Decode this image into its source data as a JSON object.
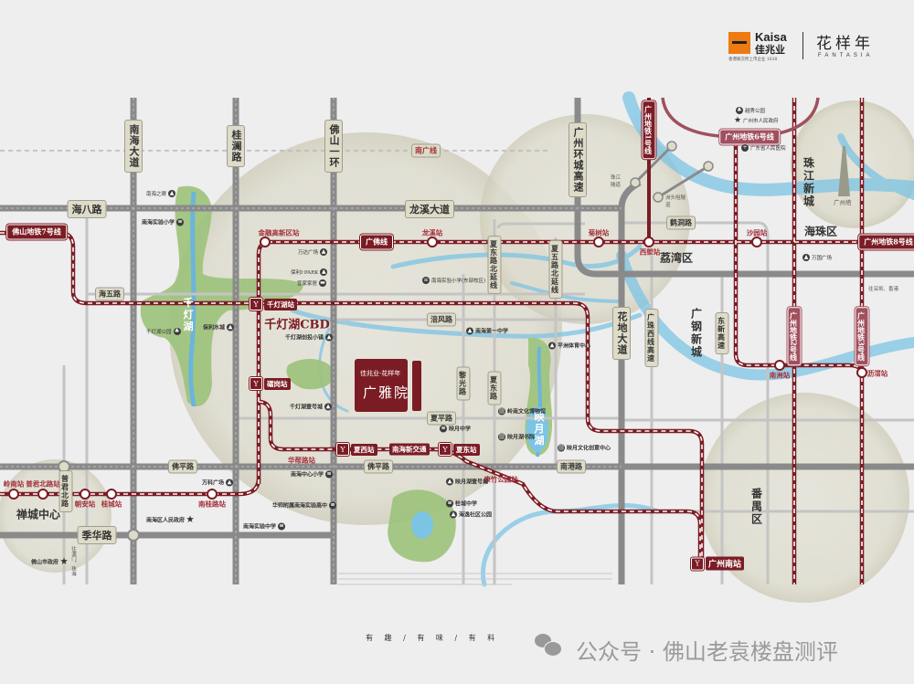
{
  "header": {
    "kaisa_en": "Kaisa",
    "kaisa_cn": "佳兆业",
    "kaisa_sub": "香港联交所上市企业 1638",
    "fantasia_cn": "花样年",
    "fantasia_en": "FANTASIA"
  },
  "project": {
    "developer": "佳兆业·花样年",
    "name": "广雅院"
  },
  "roads": {
    "nanhai_dadao": "南海大道",
    "guilan": "桂澜路",
    "foshan_yihuan": "佛山一环",
    "gz_huancheng": "广州环城高速",
    "haiba": "海八路",
    "longxi": "龙溪大道",
    "nanguang": "南广线",
    "haiwu": "海五路",
    "fufeng": "涪风路",
    "xiaping": "夏平路",
    "liguang": "黎光路",
    "xiadong": "夏东路",
    "xiadong_north": "夏东路北延线",
    "xiawu_north": "夏五路北延线",
    "foping1": "佛平路",
    "foping2": "佛平路",
    "nangang": "南港路",
    "jihua": "季华路",
    "pujun_north": "普君北路",
    "huadi": "花地大道",
    "hedong": "鹤洞路",
    "guangzhu_west": "广珠西线高速",
    "dongxin": "东新高速"
  },
  "lines": {
    "fs7": "佛山地铁7号线",
    "guangfo": "广佛线",
    "gz8": "广州地铁8号线",
    "gz1": "广州地铁1号线",
    "gz6": "广州地铁6号线",
    "gz2": "广州地铁2号线",
    "gz3": "广州地铁3号线"
  },
  "stations": {
    "jinrong": "金融高新区站",
    "longxi": "龙溪站",
    "jushu": "菊树站",
    "xilang": "西塱站",
    "shayuan": "沙园站",
    "qiandenghu": "千灯湖站",
    "leigang": "礌岗站",
    "huabang": "华帮路站",
    "xiaxi": "夏西站",
    "nanhai_xinjiaotong": "南海新交通",
    "xiadong": "夏东站",
    "kangzhu": "康竹公园站",
    "gz_south": "广州南站",
    "nanzhou": "南洲站",
    "lijiao": "沥滘站",
    "lingnan": "岭南站",
    "pujun": "普君北路站",
    "chaoan": "朝安站",
    "guicheng": "桂城站",
    "nangui": "南桂路站"
  },
  "districts": {
    "qdh_cbd": "千灯湖CBD",
    "liwan": "荔湾区",
    "haizhu": "海珠区",
    "zhujiang": "珠江新城",
    "guanggang": "广钢新城",
    "panyu": "番禺区",
    "chancheng": "禅城中心",
    "qiandeng_lake": "千灯湖",
    "yingyue_lake": "映月湖",
    "canton_tower": "广州塔",
    "zhujiang_tunnel": "珠江隧道",
    "zhoutouzui_tunnel": "洲头咀隧道",
    "to_shenzhen": "往深圳、香港",
    "to_macau": "往澳门、珠海"
  },
  "pois": [
    {
      "name": "南海之眼"
    },
    {
      "name": "南海实验小学"
    },
    {
      "name": "千灯湖公园"
    },
    {
      "name": "保利水城"
    },
    {
      "name": "万达广场"
    },
    {
      "name": "保利I·PARK"
    },
    {
      "name": "宜家家居"
    },
    {
      "name": "南海实验小学(东部校区)"
    },
    {
      "name": "千灯湖创投小镇"
    },
    {
      "name": "千灯湖壹号城"
    },
    {
      "name": "南海第一中学"
    },
    {
      "name": "岭南文化博物馆"
    },
    {
      "name": "映月中学"
    },
    {
      "name": "映月湖书院"
    },
    {
      "name": "平洲体育中心"
    },
    {
      "name": "映月文化创意中心"
    },
    {
      "name": "映月湖壹号城"
    },
    {
      "name": "桂城中学"
    },
    {
      "name": "海逸社区公园"
    },
    {
      "name": "佛山市政府"
    },
    {
      "name": "南海区人民政府"
    },
    {
      "name": "万科广场"
    },
    {
      "name": "南海中心小学"
    },
    {
      "name": "华师附属南海实验高中"
    },
    {
      "name": "南海实验中学"
    },
    {
      "name": "广州市人民政府"
    },
    {
      "name": "越秀公园"
    },
    {
      "name": "万国广场"
    },
    {
      "name": "广东省人民医院"
    }
  ],
  "footer": {
    "slogan": "有 趣 / 有 味 / 有 料",
    "watermark": "公众号 · 佛山老袁楼盘测评"
  },
  "colors": {
    "brand_red": "#7b1c24",
    "kaisa_orange": "#ee7a12",
    "road_gray": "#8a8a8a",
    "river_blue": "#7cc4e4",
    "park_green": "#9cc27a"
  }
}
